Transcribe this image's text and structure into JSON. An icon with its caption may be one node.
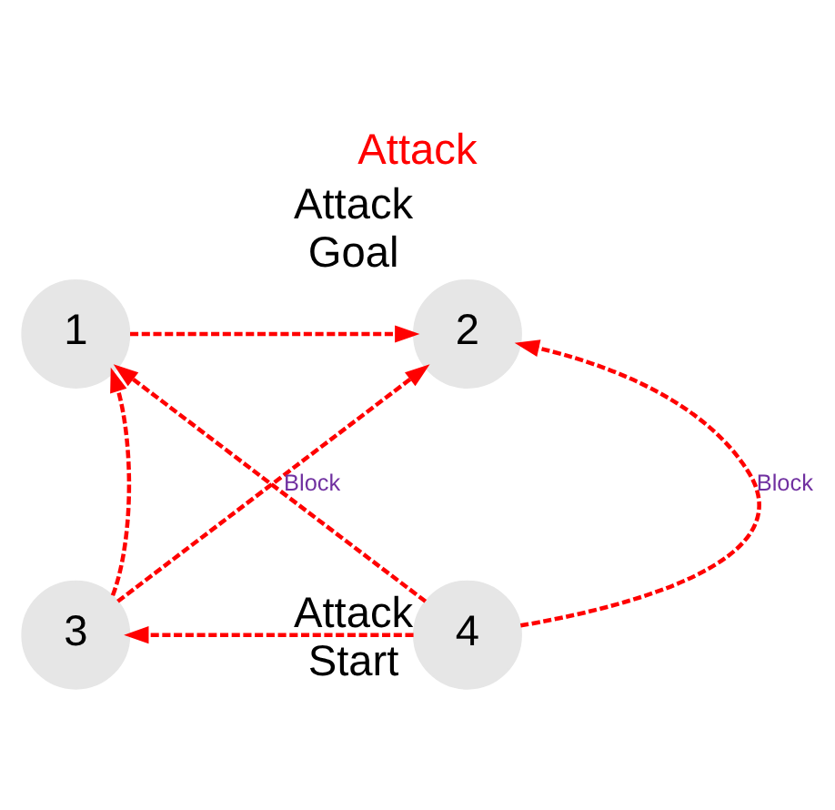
{
  "diagram": {
    "title": "Attack",
    "nodes": [
      {
        "text": [
          "1"
        ]
      },
      {
        "text": [
          "2"
        ],
        "beside": [
          "Attack Goal"
        ]
      },
      {
        "text": [
          "3"
        ]
      },
      {
        "text": [
          "4"
        ],
        "beside": [
          "Attack Start"
        ]
      }
    ],
    "edges": [
      {
        "from": 0,
        "to": 1,
        "arrow": "to",
        "style": "dashed"
      },
      {
        "from": 2,
        "to": 0,
        "arrow": "to",
        "style": "dashed"
      },
      {
        "from": 2,
        "to": 1,
        "arrow": "to",
        "style": "dashed",
        "label": "Block"
      },
      {
        "from": 3,
        "to": 0,
        "arrow": "to",
        "style": "dashed"
      },
      {
        "from": 3,
        "to": 1,
        "arrow": "to",
        "style": "dashed",
        "label": "Block"
      },
      {
        "from": 3,
        "to": 2,
        "arrow": "to",
        "style": "dashed"
      }
    ]
  }
}
